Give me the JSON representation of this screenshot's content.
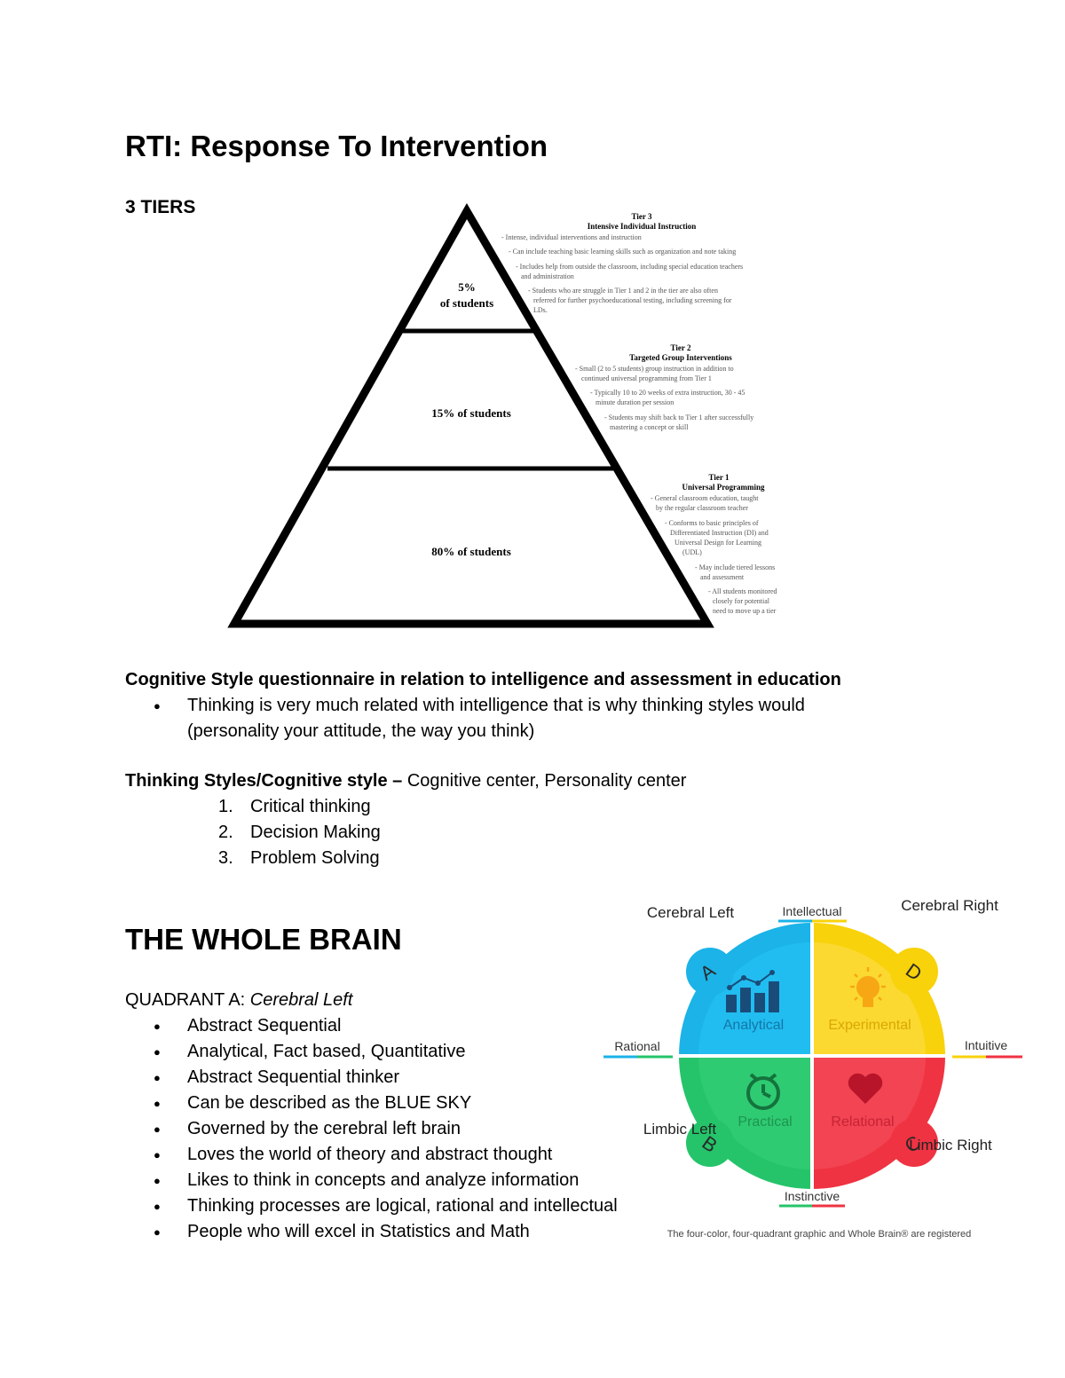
{
  "title": "RTI: Response To Intervention",
  "tiers_heading": "3 TIERS",
  "pyramid": {
    "tier3": {
      "percent": "5%",
      "of_students": "of students",
      "label": "Tier 3",
      "name": "Intensive Individual Instruction",
      "bullets": [
        "- Intense, individual interventions and instruction",
        "- Can include teaching basic learning skills such as organization and note taking",
        "- Includes help from outside the classroom, including special education teachers",
        "and administration",
        "- Students who are struggle in Tier 1 and 2 in the tier are also often",
        "referred for further psychoeducational testing, including screening for",
        "LDs."
      ]
    },
    "tier2": {
      "percent_label": "15% of students",
      "label": "Tier 2",
      "name": "Targeted Group Interventions",
      "bullets": [
        "- Small (2 to 5 students) group instruction in addition to",
        "continued universal programming from Tier 1",
        "- Typically 10 to 20 weeks of extra instruction, 30 - 45",
        "minute duration per session",
        "- Students may shift back to Tier 1 after successfully",
        "mastering a concept or skill"
      ]
    },
    "tier1": {
      "percent_label": "80% of students",
      "label": "Tier 1",
      "name": "Universal Programming",
      "bullets": [
        "- General classroom education, taught",
        "by the regular classroom teacher",
        "- Conforms to basic principles of",
        "Differentiated Instruction (DI) and",
        "Universal Design for Learning",
        "(UDL)",
        "- May include tiered lessons",
        "and assessment",
        "- All students monitored",
        "closely for potential",
        "need to move up a tier"
      ]
    }
  },
  "cognitive": {
    "heading": "Cognitive Style questionnaire in relation to intelligence and assessment in education",
    "bullets": [
      "Thinking is very much related with intelligence that is why thinking styles would (personality your attitude, the way you think)"
    ]
  },
  "thinking_styles": {
    "heading": "Thinking Styles/Cognitive style –",
    "rest": " Cognitive center, Personality center",
    "items": [
      {
        "num": "1.",
        "text": "Critical thinking"
      },
      {
        "num": "2.",
        "text": "Decision Making"
      },
      {
        "num": "3.",
        "text": "Problem Solving"
      }
    ]
  },
  "whole_brain": {
    "title": "THE WHOLE BRAIN",
    "quadrant_prefix": "QUADRANT A: ",
    "quadrant_name": "Cerebral Left",
    "bullets": [
      "Abstract Sequential",
      "Analytical, Fact based, Quantitative",
      "Abstract Sequential thinker",
      "Can be described as the BLUE SKY",
      "Governed by the cerebral left brain",
      "Loves the world of theory and abstract thought",
      "Likes to think in concepts and analyze information",
      "Thinking processes are logical, rational and intellectual",
      "People who will excel in Statistics and Math"
    ]
  },
  "brain_diagram": {
    "cerebral_left": "Cerebral Left",
    "cerebral_right": "Cerebral Right",
    "limbic_left": "Limbic Left",
    "limbic_right": "Limbic Right",
    "intellectual": "Intellectual",
    "rational": "Rational",
    "intuitive": "Intuitive",
    "instinctive": "Instinctive",
    "letter_a": "A",
    "letter_b": "B",
    "letter_c": "C",
    "letter_d": "D",
    "analytical": "Analytical",
    "experimental": "Experimental",
    "practical": "Practical",
    "relational": "Relational",
    "caption": "The four-color, four-quadrant graphic and Whole Brain® are registered",
    "colors": {
      "blue": "#1bb3e8",
      "yellow": "#f8d20a",
      "green": "#25c46a",
      "red": "#ef3342"
    }
  }
}
